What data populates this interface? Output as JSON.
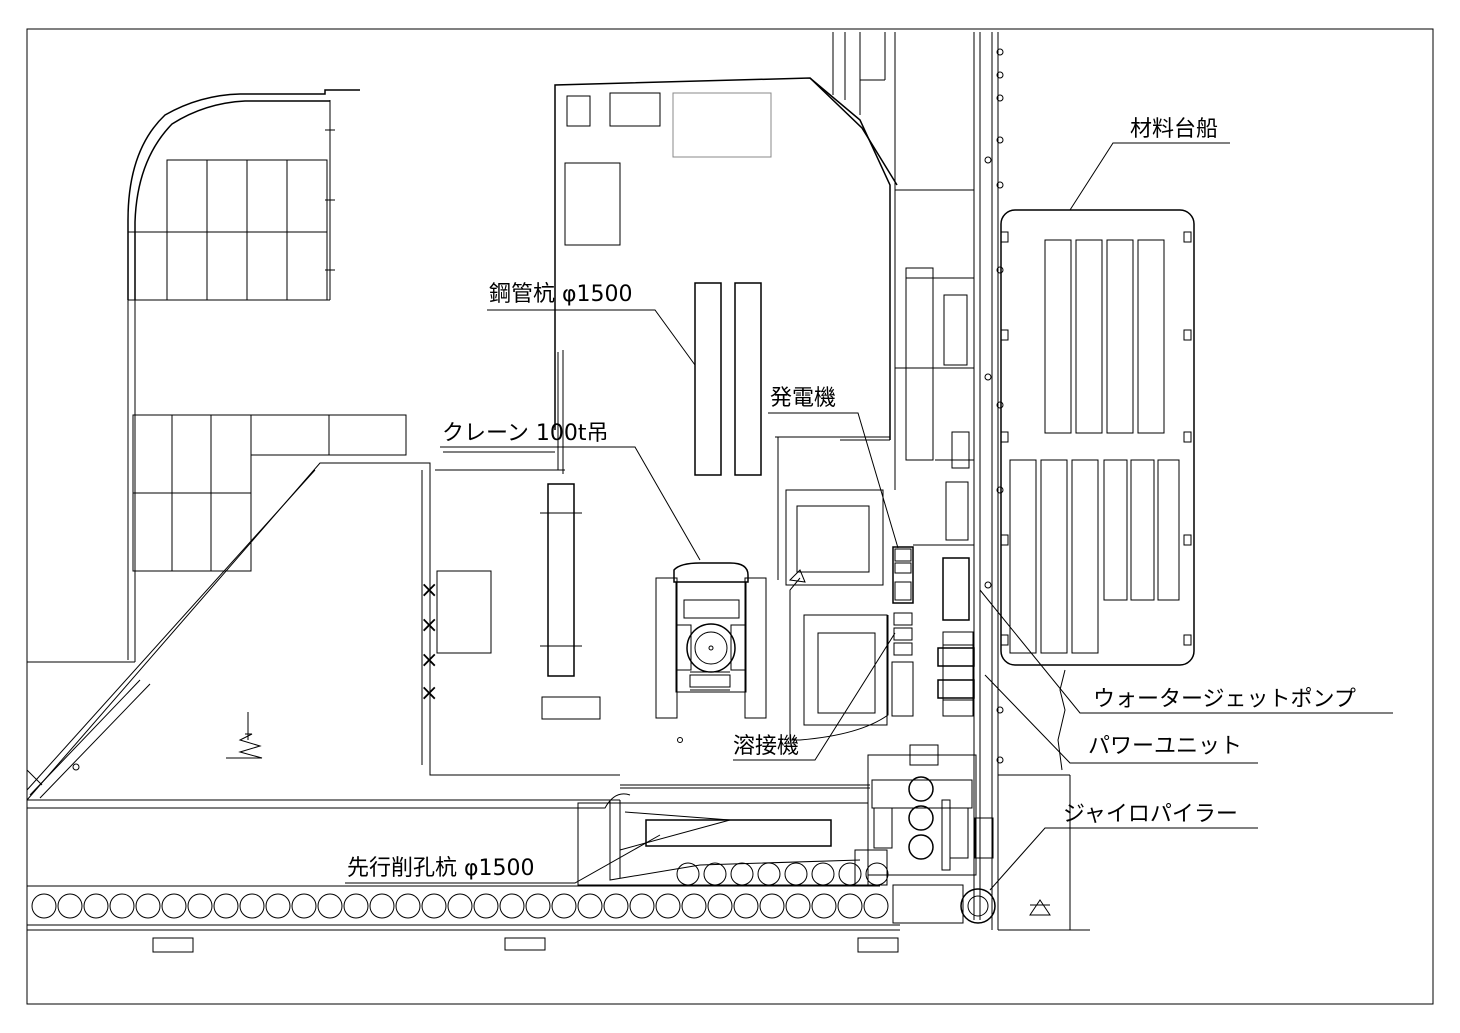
{
  "labels": {
    "barge": "材料台船",
    "steel_pile": "鋼管杭 φ1500",
    "generator": "発電機",
    "crane": "クレーン 100t吊",
    "water_jet_pump": "ウォータージェットポンプ",
    "power_unit": "パワーユニット",
    "welder": "溶接機",
    "gyro_piler": "ジャイロパイラー",
    "pre_bored_pile": "先行削孔杭 φ1500"
  }
}
